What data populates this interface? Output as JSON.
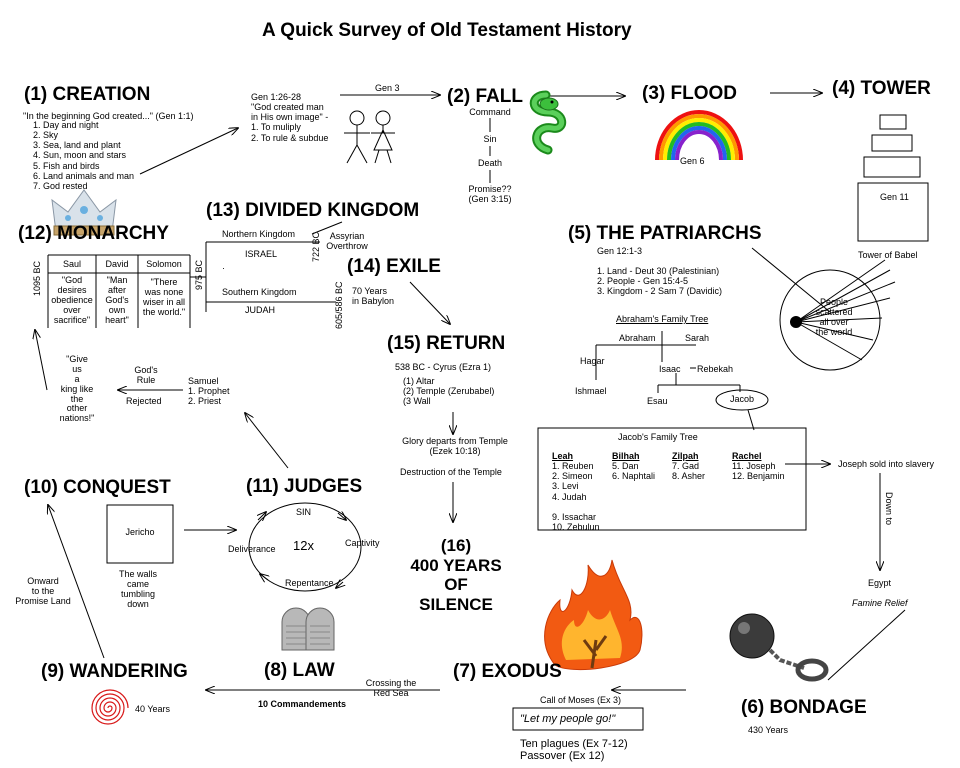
{
  "title": "A Quick Survey of Old Testament History",
  "creation": {
    "heading": "(1) CREATION",
    "quote": "\"In the beginning God created...\" (Gen 1:1)",
    "days": [
      "1. Day and night",
      "2. Sky",
      "3. Sea, land and plant",
      "4. Sun, moon and stars",
      "5. Fish and birds",
      "6. Land animals and man",
      "7. God rested"
    ],
    "ref": "Gen 1:26-28",
    "man_quote_1": "\"God created man",
    "man_quote_2": "in His own image\" -",
    "mandate_1": "1. To muliply",
    "mandate_2": "2. To rule & subdue",
    "gen3": "Gen 3"
  },
  "fall": {
    "heading": "(2) FALL",
    "command": "Command",
    "sin": "Sin",
    "death": "Death",
    "promise": "Promise??",
    "promise_ref": "(Gen 3:15)"
  },
  "flood": {
    "heading": "(3) FLOOD",
    "ref": "Gen 6"
  },
  "tower": {
    "heading": "(4) TOWER",
    "ref": "Gen 11",
    "caption": "Tower of Babel",
    "scatter_1": "People",
    "scatter_2": "scattered",
    "scatter_3": "all over",
    "scatter_4": "the world"
  },
  "patriarchs": {
    "heading": "(5) THE PATRIARCHS",
    "ref": "Gen 12:1-3",
    "promises": [
      "1. Land - Deut 30 (Palestinian)",
      "2. People - Gen 15:4-5",
      "3. Kingdom - 2 Sam 7 (Davidic)"
    ],
    "abraham_tree_title": "Abraham's Family Tree",
    "abraham": "Abraham",
    "sarah": "Sarah",
    "hagar": "Hagar",
    "ishmael": "Ishmael",
    "isaac": "Isaac",
    "rebekah": "Rebekah",
    "esau": "Esau",
    "jacob": "Jacob",
    "jacob_tree_title": "Jacob's Family Tree",
    "wives": [
      {
        "name": "Leah",
        "sons": [
          "1. Reuben",
          "2. Simeon",
          "3. Levi",
          "4. Judah",
          "",
          "9. Issachar",
          "10. Zebulun"
        ]
      },
      {
        "name": "Bilhah",
        "sons": [
          "5. Dan",
          "6. Naphtali"
        ]
      },
      {
        "name": "Zilpah",
        "sons": [
          "7. Gad",
          "8. Asher"
        ]
      },
      {
        "name": "Rachel",
        "sons": [
          "11. Joseph",
          "12. Benjamin"
        ]
      }
    ],
    "joseph_sold": "Joseph sold into slavery",
    "down_to": "Down to",
    "egypt": "Egypt",
    "famine": "Famine Relief"
  },
  "bondage": {
    "heading": "(6) BONDAGE",
    "years": "430 Years"
  },
  "exodus": {
    "heading": "(7) EXODUS",
    "call": "Call of Moses (Ex 3)",
    "quote": "\"Let my people go!\"",
    "plagues": "Ten plagues (Ex 7-12)",
    "passover": "Passover (Ex 12)",
    "crossing_1": "Crossing the",
    "crossing_2": "Red Sea"
  },
  "law": {
    "heading": "(8) LAW",
    "caption": "10 Commandements"
  },
  "wandering": {
    "heading": "(9) WANDERING",
    "years": "40 Years",
    "onward_1": "Onward",
    "onward_2": "to the",
    "onward_3": "Promise Land"
  },
  "conquest": {
    "heading": "(10) CONQUEST",
    "jericho": "Jericho",
    "walls_1": "The walls",
    "walls_2": "came",
    "walls_3": "tumbling",
    "walls_4": "down"
  },
  "judges": {
    "heading": "(11) JUDGES",
    "sin": "SIN",
    "captivity": "Captivity",
    "repentance": "Repentance",
    "deliverance": "Deliverance",
    "count": "12x"
  },
  "monarchy": {
    "heading": "(12) MONARCHY",
    "year_left": "1095 BC",
    "year_right": "975 BC",
    "kings": [
      {
        "name": "Saul",
        "note": [
          "\"God",
          "desires",
          "obedience",
          "over",
          "sacrifice\""
        ]
      },
      {
        "name": "David",
        "note": [
          "\"Man",
          "after",
          "God's",
          "own",
          "heart\""
        ]
      },
      {
        "name": "Solomon",
        "note": [
          "\"There",
          "was none",
          "wiser in all",
          "the world.\""
        ]
      }
    ],
    "give_us": [
      "\"Give",
      "us",
      "a",
      "king like",
      "the",
      "other",
      "nations!\""
    ],
    "gods_rule_1": "God's",
    "gods_rule_2": "Rule",
    "rejected": "Rejected",
    "samuel": "Samuel",
    "prophet": "1. Prophet",
    "priest": "2. Priest"
  },
  "divided": {
    "heading": "(13) DIVIDED KINGDOM",
    "northern": "Northern Kingdom",
    "israel": "ISRAEL",
    "southern": "Southern Kingdom",
    "judah": "JUDAH",
    "year_n": "722 BC",
    "year_s": "605/586 BC",
    "assyrian_1": "Assyrian",
    "assyrian_2": "Overthrow",
    "dot": "·"
  },
  "exile": {
    "heading": "(14) EXILE",
    "years_1": "70 Years",
    "years_2": "in Babylon"
  },
  "return": {
    "heading": "(15) RETURN",
    "cyrus": "538 BC - Cyrus (Ezra 1)",
    "items": [
      "(1) Altar",
      "(2) Temple (Zerubabel)",
      "(3 Wall"
    ],
    "glory_1": "Glory departs from Temple",
    "glory_2": "(Ezek 10:18)",
    "destruction": "Destruction of the Temple"
  },
  "silence": {
    "line_1": "(16)",
    "line_2": "400 YEARS",
    "line_3": "OF",
    "line_4": "SILENCE"
  }
}
